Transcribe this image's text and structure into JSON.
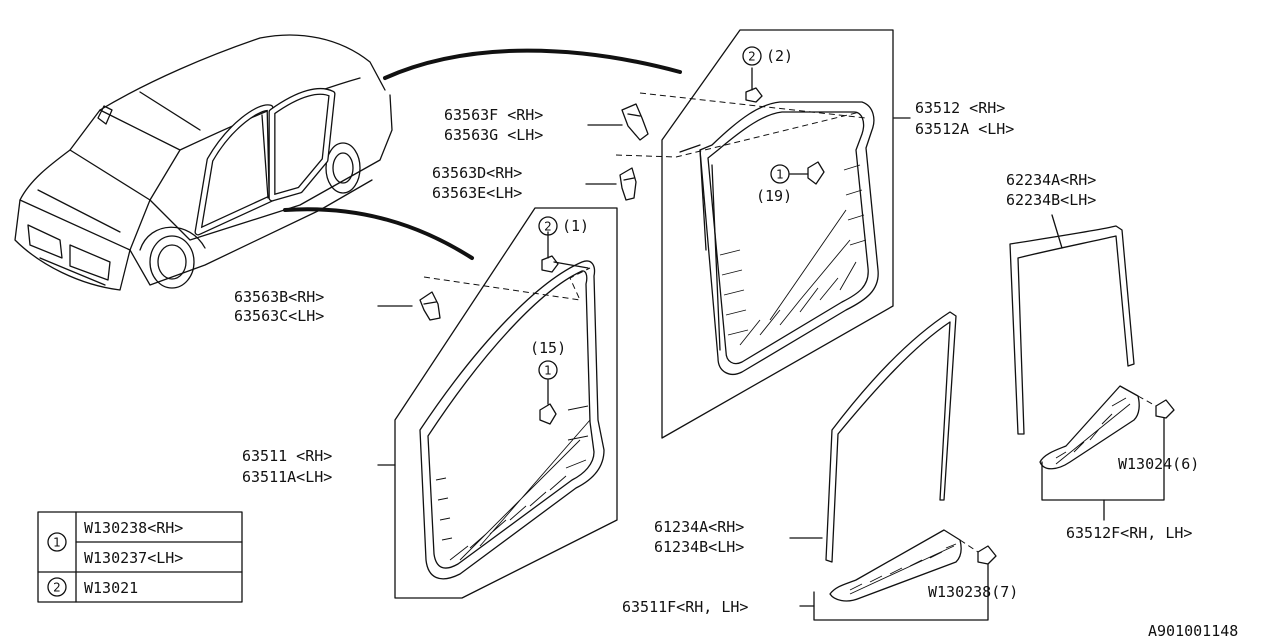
{
  "labels": {
    "p63512_rh": "63512 <RH>",
    "p63512_lh": "63512A <LH>",
    "p63563f": "63563F <RH>",
    "p63563g": "63563G <LH>",
    "p63563d": "63563D<RH>",
    "p63563e": "63563E<LH>",
    "p63563b": "63563B<RH>",
    "p63563c": "63563C<LH>",
    "p63511_rh": "63511 <RH>",
    "p63511_lh": "63511A<LH>",
    "p62234a": "62234A<RH>",
    "p62234b": "62234B<LH>",
    "p61234a": "61234A<RH>",
    "p61234b": "61234B<LH>",
    "p63512f": "63512F<RH, LH>",
    "p63511f": "63511F<RH, LH>",
    "w13024": "W13024(6)",
    "w130238_7": "W130238(7)",
    "qty_2_2": "(2)",
    "qty_2_1": "(1)",
    "qty_19": "(19)",
    "qty_15": "(15)",
    "ref": "A901001148"
  },
  "callouts": {
    "one": "1",
    "two": "2"
  },
  "legend": {
    "rows": [
      {
        "symbol": "1",
        "text": "W130238<RH>"
      },
      {
        "symbol": "",
        "text": "W130237<LH>"
      },
      {
        "symbol": "2",
        "text": "W13021"
      }
    ]
  }
}
